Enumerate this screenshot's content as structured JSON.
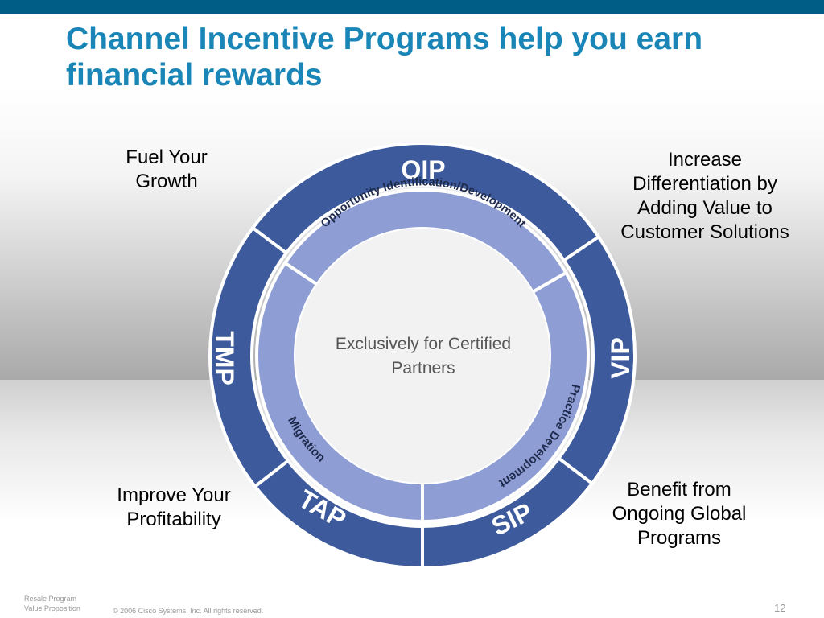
{
  "title": "Channel Incentive Programs help you earn financial rewards",
  "callouts": {
    "top_left": "Fuel Your\nGrowth",
    "top_right": "Increase\nDifferentiation by\nAdding Value to\nCustomer Solutions",
    "bottom_left": "Improve Your\nProfitability",
    "bottom_right": "Benefit from\nOngoing Global\nPrograms"
  },
  "diagram": {
    "center_text": [
      "Exclusively for Certified",
      "Partners"
    ],
    "outer_segments": [
      "OIP",
      "VIP",
      "SIP",
      "TAP",
      "TMP"
    ],
    "inner_segments": [
      "Opportunity Identification/Development",
      "Practice Development",
      "Migration"
    ],
    "colors": {
      "outer": "#3d5a9c",
      "inner": "#8e9ed4",
      "center": "#f2f2f2",
      "gap": "#ffffff"
    }
  },
  "footer": {
    "left": "Resale Program\nValue Proposition",
    "copyright": "© 2006 Cisco Systems, Inc. All rights reserved.",
    "page": "12"
  }
}
